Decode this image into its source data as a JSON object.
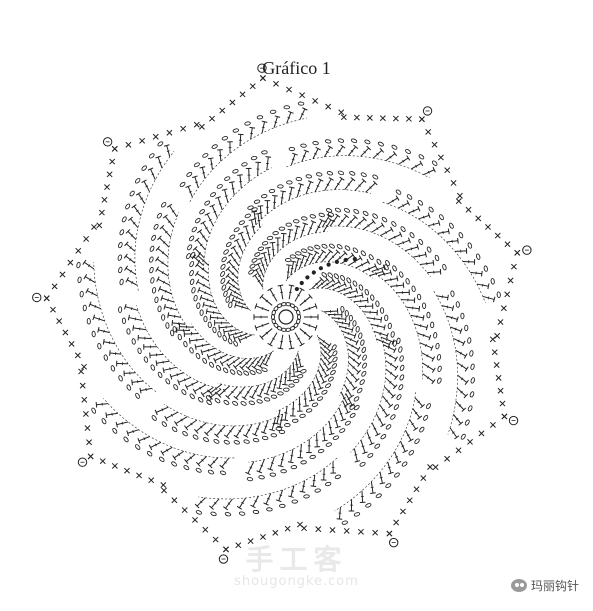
{
  "title": "Gráfico 1",
  "watermark": {
    "main": "手工客",
    "sub": "shougongke.com"
  },
  "brand": {
    "icon": "wechat-icon",
    "label": "玛丽钩针"
  },
  "diagram": {
    "type": "crochet-chart",
    "petals": 9,
    "rows": 7,
    "symbols": [
      "chain-oval",
      "single-crochet-x",
      "double-crochet-stitch",
      "picot",
      "slip-stitch-dot",
      "magic-ring"
    ],
    "colors": {
      "ink": "#222222",
      "background": "#ffffff"
    }
  }
}
